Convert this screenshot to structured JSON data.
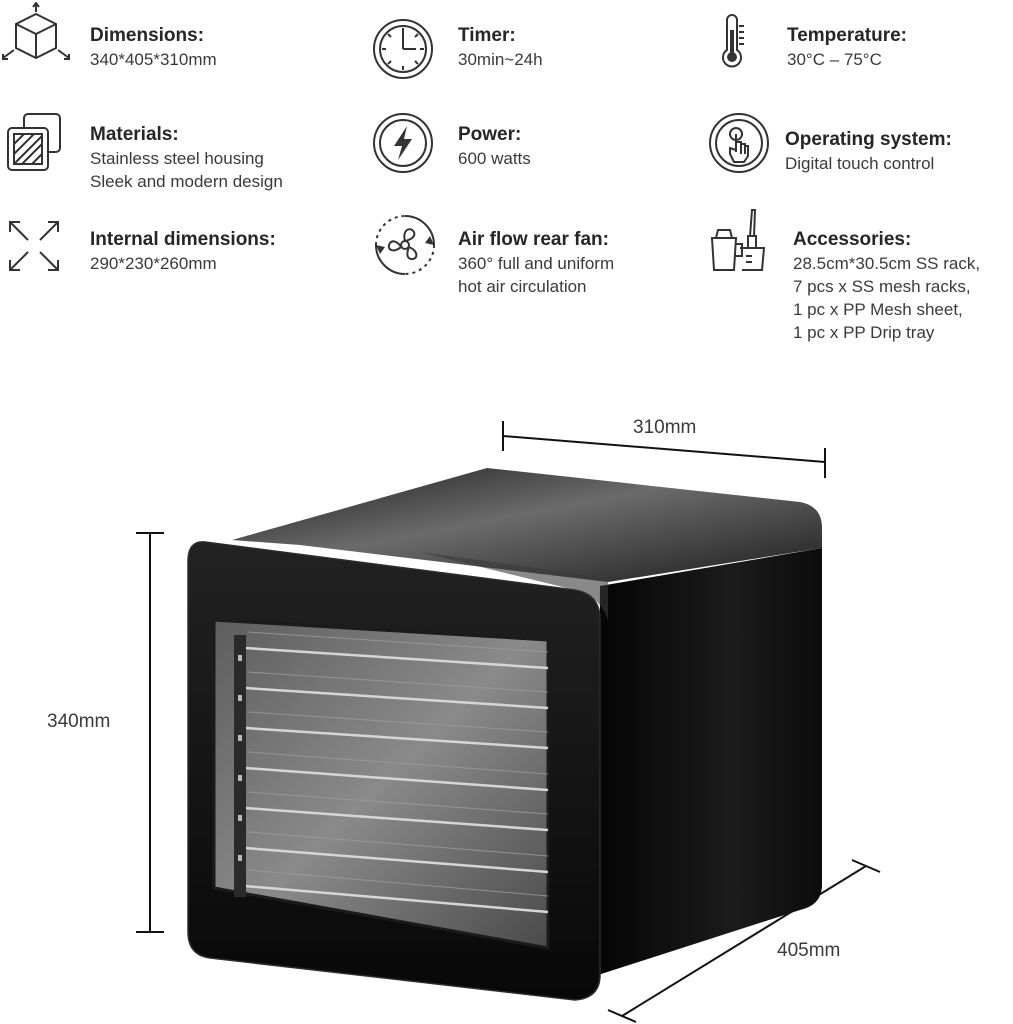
{
  "specs": [
    {
      "id": "dimensions",
      "icon": "cube-icon",
      "title": "Dimensions:",
      "lines": [
        "340*405*310mm"
      ]
    },
    {
      "id": "timer",
      "icon": "timer-icon",
      "title": "Timer:",
      "lines": [
        "30min~24h"
      ]
    },
    {
      "id": "temperature",
      "icon": "thermometer-icon",
      "title": "Temperature:",
      "lines": [
        "30°C – 75°C"
      ]
    },
    {
      "id": "materials",
      "icon": "steel-sheet-icon",
      "title": "Materials:",
      "lines": [
        "Stainless steel housing",
        "Sleek and modern design"
      ]
    },
    {
      "id": "power",
      "icon": "lightning-bolt-icon",
      "title": "Power:",
      "lines": [
        "600 watts"
      ]
    },
    {
      "id": "operating",
      "icon": "touch-finger-icon",
      "title": "Operating system:",
      "lines": [
        "Digital touch control"
      ]
    },
    {
      "id": "internal",
      "icon": "expand-arrows-icon",
      "title": "Internal dimensions:",
      "lines": [
        "290*230*260mm"
      ]
    },
    {
      "id": "airflow",
      "icon": "fan-icon",
      "title": "Air flow rear fan:",
      "lines": [
        "360° full and uniform",
        "hot air circulation"
      ]
    },
    {
      "id": "accessories",
      "icon": "kitchen-tools-icon",
      "title": "Accessories:",
      "lines": [
        "28.5cm*30.5cm SS rack,",
        "7 pcs x SS mesh racks,",
        "1 pc x PP Mesh sheet,",
        "1 pc x PP Drip tray"
      ]
    }
  ],
  "measurements": {
    "width_label": "310mm",
    "height_label": "340mm",
    "depth_label": "405mm"
  },
  "product": {
    "name": "food dehydrator",
    "body_color": "#111111",
    "rack_count": 7
  }
}
